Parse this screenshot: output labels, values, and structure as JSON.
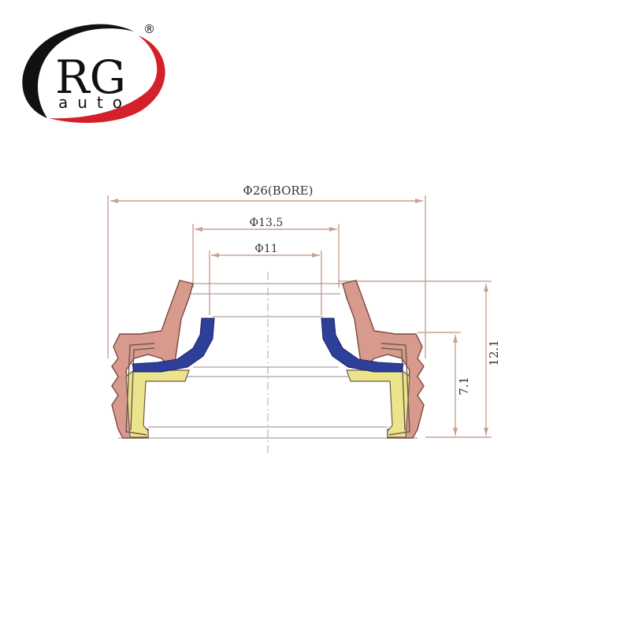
{
  "logo": {
    "brand": "RG",
    "sub": "auto",
    "registered": "®",
    "colors": {
      "swoosh_red": "#d3202a",
      "swoosh_black": "#111111",
      "text": "#111111"
    }
  },
  "dimensions": {
    "bore": "Φ26(BORE)",
    "outer_lip": "Φ13.5",
    "inner_lip": "Φ11",
    "total_height": "12.1",
    "case_height": "7.1"
  },
  "colors": {
    "rubber": "#d99a8e",
    "rubber_outline": "#7a4a40",
    "metal_case": "#ece48a",
    "ptfe_lip": "#2e3f9a",
    "dim_line": "#c7a290",
    "center_line": "#b8a098",
    "outline": "#6b5a52"
  }
}
